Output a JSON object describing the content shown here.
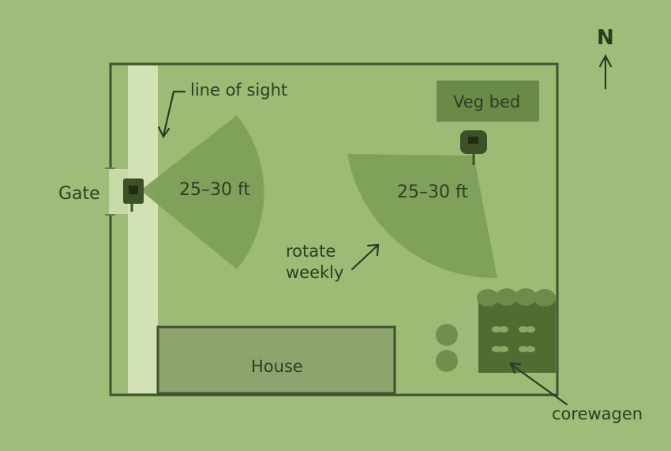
{
  "compass": {
    "letter": "N"
  },
  "labels": {
    "line_of_sight": "line of sight",
    "gate": "Gate",
    "range_left": "25–30 ft",
    "range_right": "25–30 ft",
    "rotate_weekly": [
      "rotate",
      "weekly"
    ],
    "veg_bed": "Veg bed",
    "house": "House",
    "corewagen": "corewagen"
  },
  "colors": {
    "background": "#9dbd78",
    "lawn": "#9cbb75",
    "outline": "#3f5230",
    "path": "#d3e2b5",
    "coverage_cone": "#7e9f59",
    "veg_bed": "#6a8a48",
    "house": "#8ea46e",
    "planter": "#4f6c33",
    "camera": "#3d5129"
  }
}
